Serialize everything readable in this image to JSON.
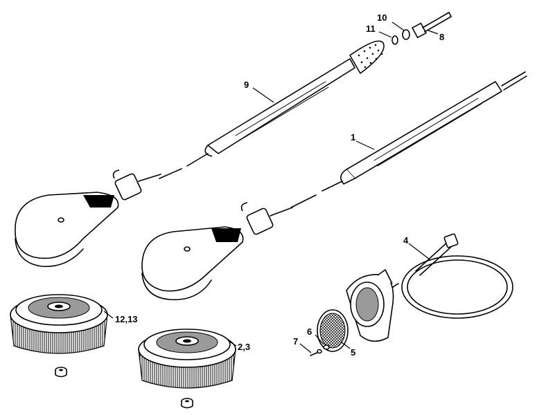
{
  "callouts": {
    "c1": "1",
    "c2_3": "2,3",
    "c4": "4",
    "c5": "5",
    "c6": "6",
    "c7": "7",
    "c8": "8",
    "c9": "9",
    "c10": "10",
    "c11": "11",
    "c12_13": "12,13"
  }
}
